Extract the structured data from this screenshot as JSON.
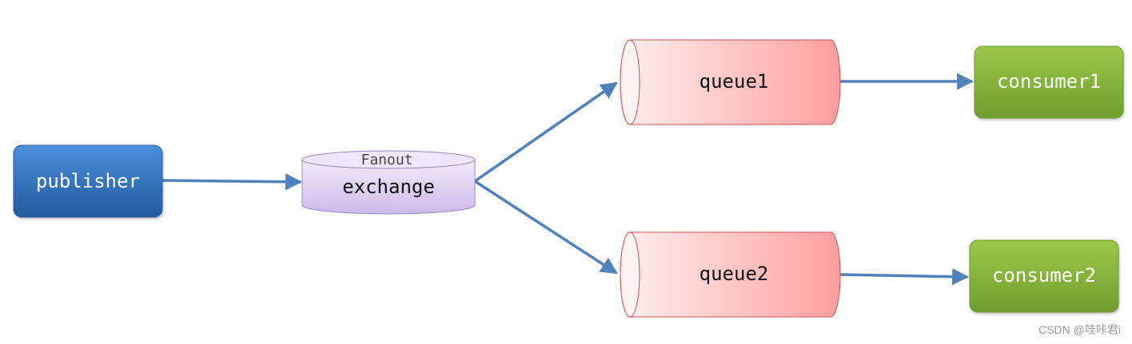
{
  "nodes": {
    "publisher": "publisher",
    "exchange_type": "Fanout",
    "exchange": "exchange",
    "queue1": "queue1",
    "queue2": "queue2",
    "consumer1": "consumer1",
    "consumer2": "consumer2"
  },
  "watermark": "CSDN @哇咔君i",
  "colors": {
    "publisher": "#2f6db4",
    "exchange": "#d8c9ee",
    "queue": "#ffb0b0",
    "consumer": "#7fb03c",
    "arrow": "#4f81bd"
  }
}
